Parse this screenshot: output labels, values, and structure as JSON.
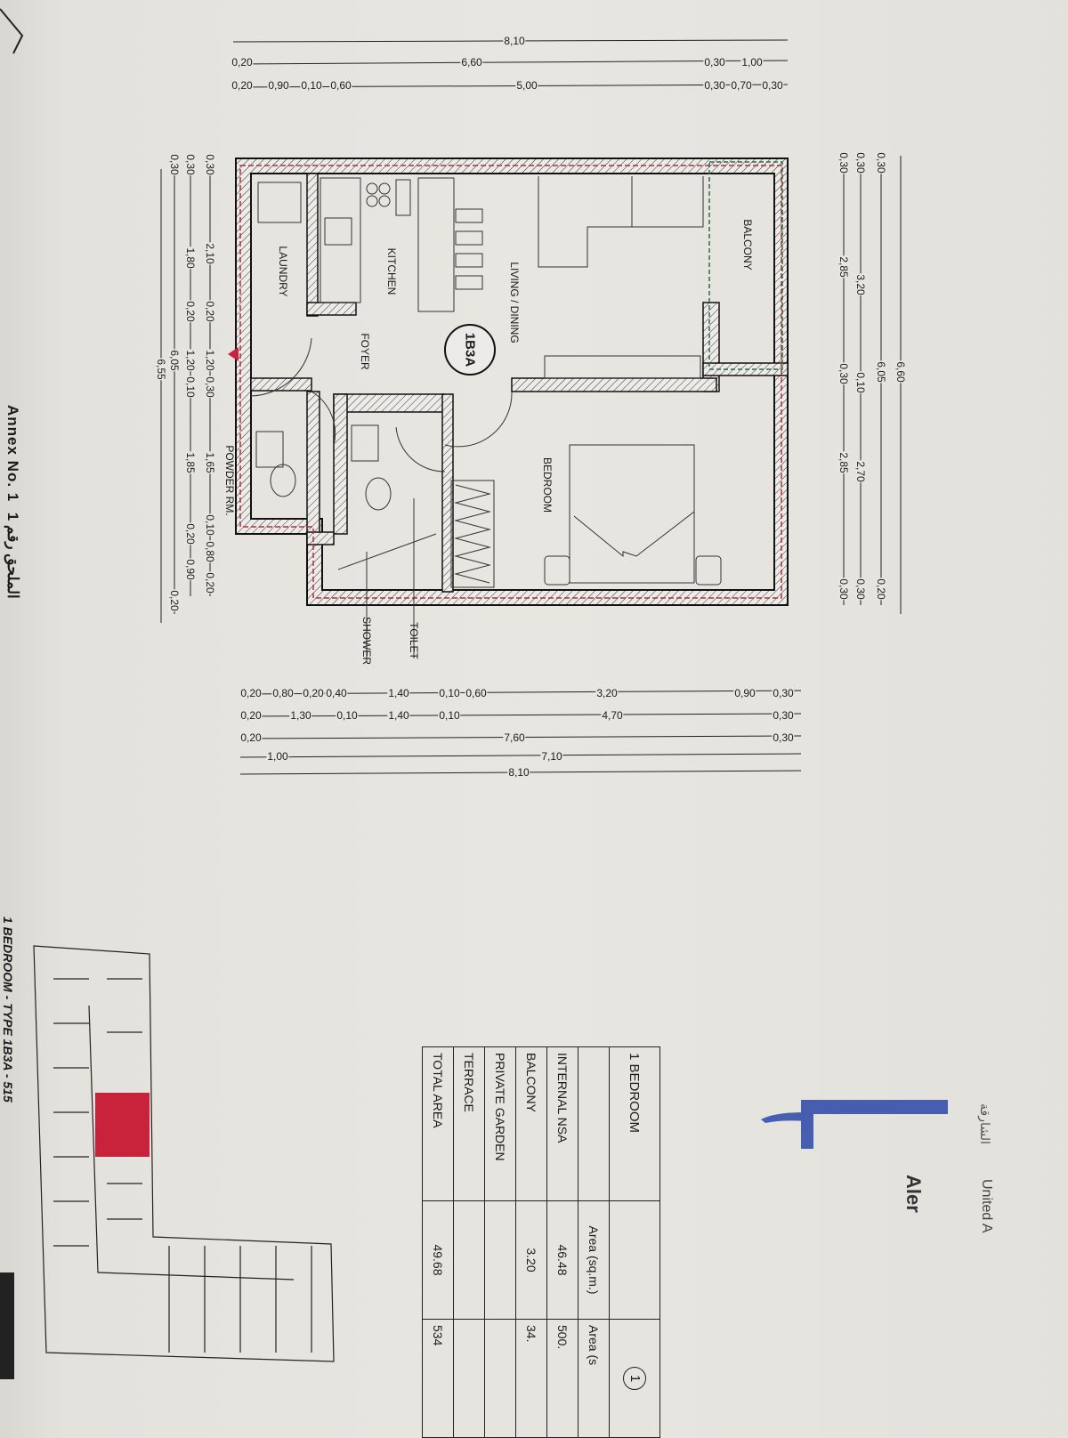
{
  "page": {
    "annex": "Annex No. 1",
    "annex_ar": "الملحق رقم 1",
    "caption": "1 BEDROOM - TYPE 1B3A - 515"
  },
  "rooms": {
    "balcony": "BALCONY",
    "living": "LIVING / DINING",
    "kitchen": "KITCHEN",
    "laundry": "LAUNDRY",
    "foyer": "FOYER",
    "unit_tag": "1B3A",
    "bedroom": "BEDROOM",
    "powder": "POWDER RM.",
    "toilet": "TOILET",
    "shower": "SHOWER"
  },
  "dims_top": [
    [
      "8,10"
    ],
    [
      "0,20",
      "6,60",
      "0,30",
      "1,00"
    ],
    [
      "0,20",
      "0,90",
      "0,10",
      "0,60",
      "5,00",
      "0,30",
      "0,70",
      "0,30"
    ]
  ],
  "dims_bottom": [
    [
      "0,20",
      "0,80",
      "0,20",
      "0,40",
      "1,40",
      "0,10",
      "0,60",
      "3,20",
      "0,90",
      "0,30"
    ],
    [
      "0,20",
      "1,30",
      "0,10",
      "1,40",
      "0,10",
      "4,70",
      "0,30"
    ],
    [
      "0,20",
      "7,60",
      "0,30"
    ],
    [
      "1,00",
      "7,10"
    ],
    [
      "8,10"
    ]
  ],
  "dims_right": [
    [
      "6,60"
    ],
    [
      "0,30",
      "6,05",
      "0,20"
    ],
    [
      "0,30",
      "3,20",
      "0,10",
      "2,70",
      "0,30"
    ],
    [
      "0,30",
      "2,85",
      "0,30",
      "2,85",
      "0,30"
    ]
  ],
  "dims_left": [
    [
      "0,30",
      "2,10",
      "0,20",
      "1,20",
      "0,30",
      "1,65",
      "0,10",
      "0,80",
      "0,20"
    ],
    [
      "0,30",
      "1,80",
      "0,20",
      "1,20",
      "0,10",
      "1,85",
      "0,20",
      "0,90"
    ],
    [
      "0,30",
      "6,05",
      "0,20"
    ],
    [
      "6,55"
    ]
  ],
  "area_table": {
    "title": "1 BEDROOM",
    "index": "1",
    "col_sqm": "Area (sq.m.)",
    "col_sqft": "Area (s",
    "rows": [
      {
        "label": "INTERNAL NSA",
        "sqm": "46.48",
        "sqft": "500."
      },
      {
        "label": "BALCONY",
        "sqm": "3.20",
        "sqft": "34."
      },
      {
        "label": "PRIVATE GARDEN",
        "sqm": "",
        "sqft": ""
      },
      {
        "label": "TERRACE",
        "sqm": "",
        "sqft": ""
      },
      {
        "label": "TOTAL AREA",
        "sqm": "49.68",
        "sqft": "534"
      }
    ]
  },
  "stamp": {
    "ar": "الشارقة",
    "name": "Aler",
    "country": "United A"
  },
  "colors": {
    "wall_line": "#b0303c",
    "balcony_line": "#2f6b45",
    "highlight": "#c8233a",
    "stamp": "#2b46a8"
  }
}
